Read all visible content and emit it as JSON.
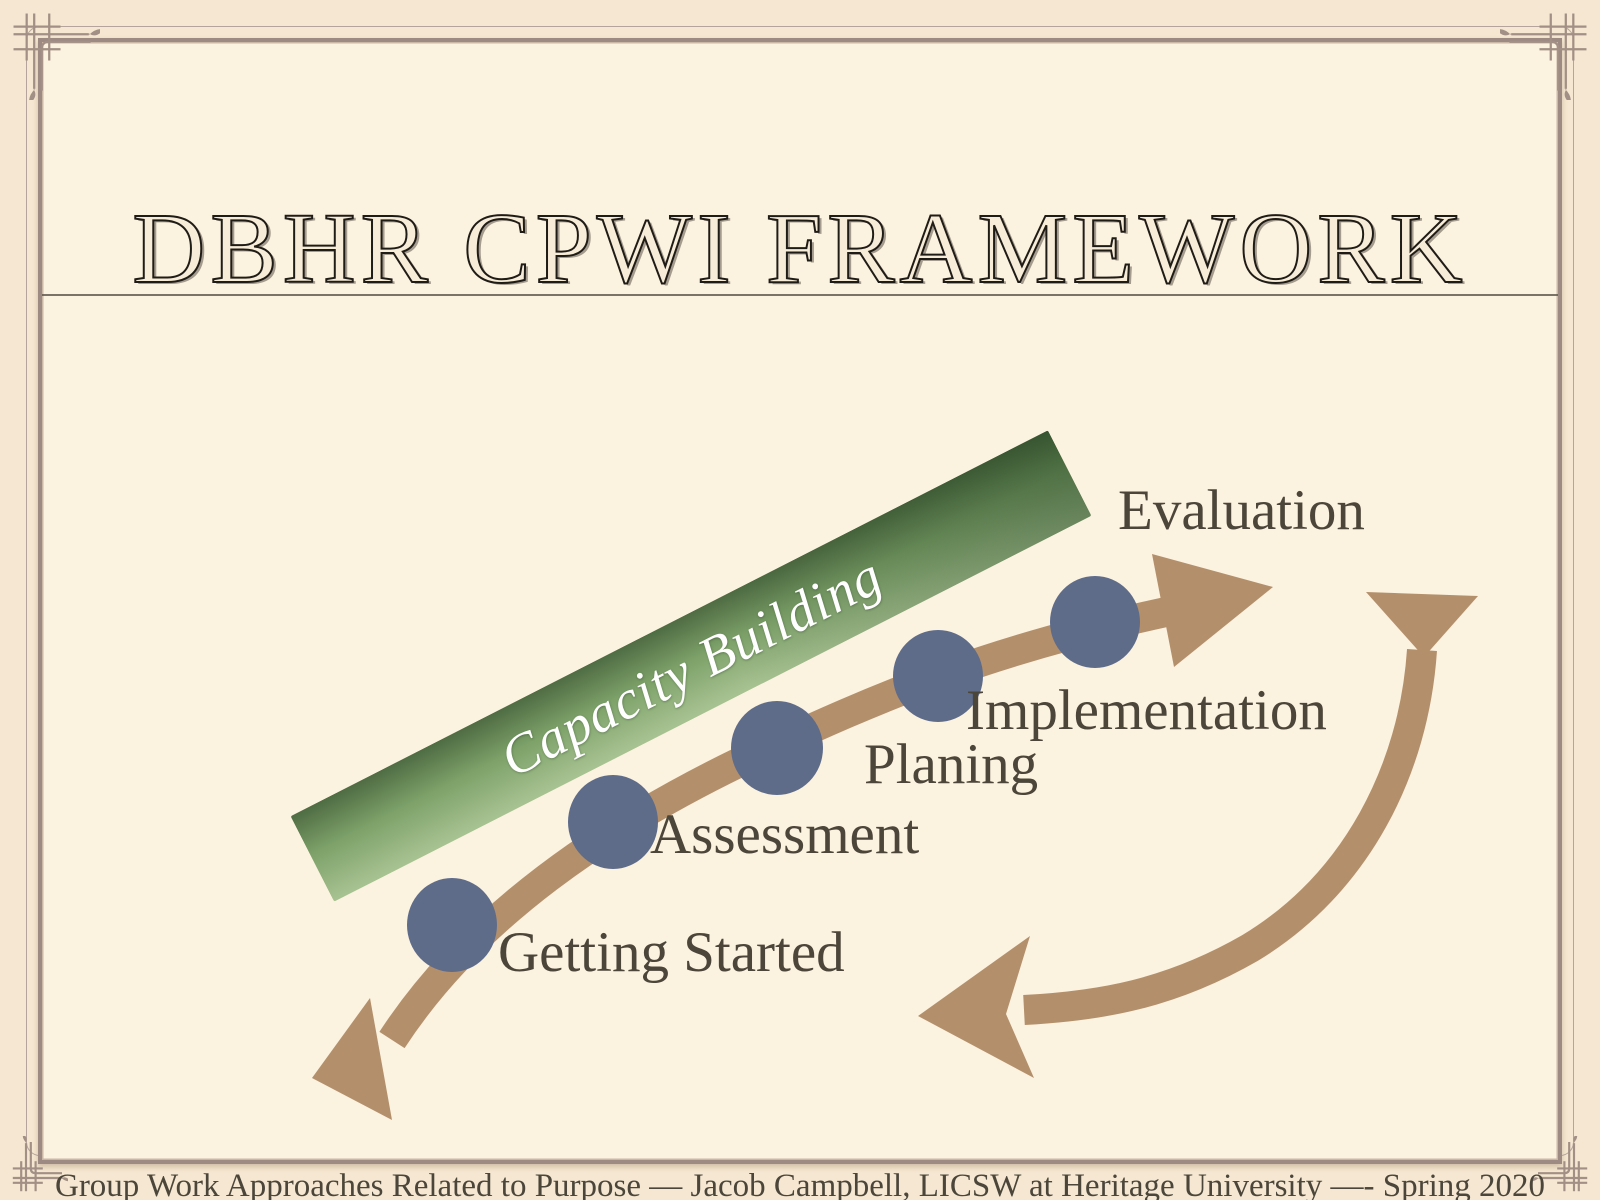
{
  "slide": {
    "title": "DBHR CPWI FRAMEWORK",
    "footer": "Group Work Approaches Related to Purpose — Jacob Campbell, LICSW at Heritage University —- Spring 2020"
  },
  "diagram": {
    "capacity_bar_label": "Capacity Building",
    "stages": [
      {
        "label": "Getting Started"
      },
      {
        "label": "Assessment"
      },
      {
        "label": "Planing"
      },
      {
        "label": "Implementation"
      },
      {
        "label": "Evaluation"
      }
    ]
  },
  "colors": {
    "background": "#f5e7d1",
    "panel": "#fcf2e0",
    "frame": "#9c8a83",
    "arrow": "#b3906b",
    "node": "#5e6c8a",
    "bar_green_dark": "#4f6c43",
    "bar_green_light": "#a8c392",
    "label_text": "#4c463a",
    "bar_text": "#ffffff"
  }
}
